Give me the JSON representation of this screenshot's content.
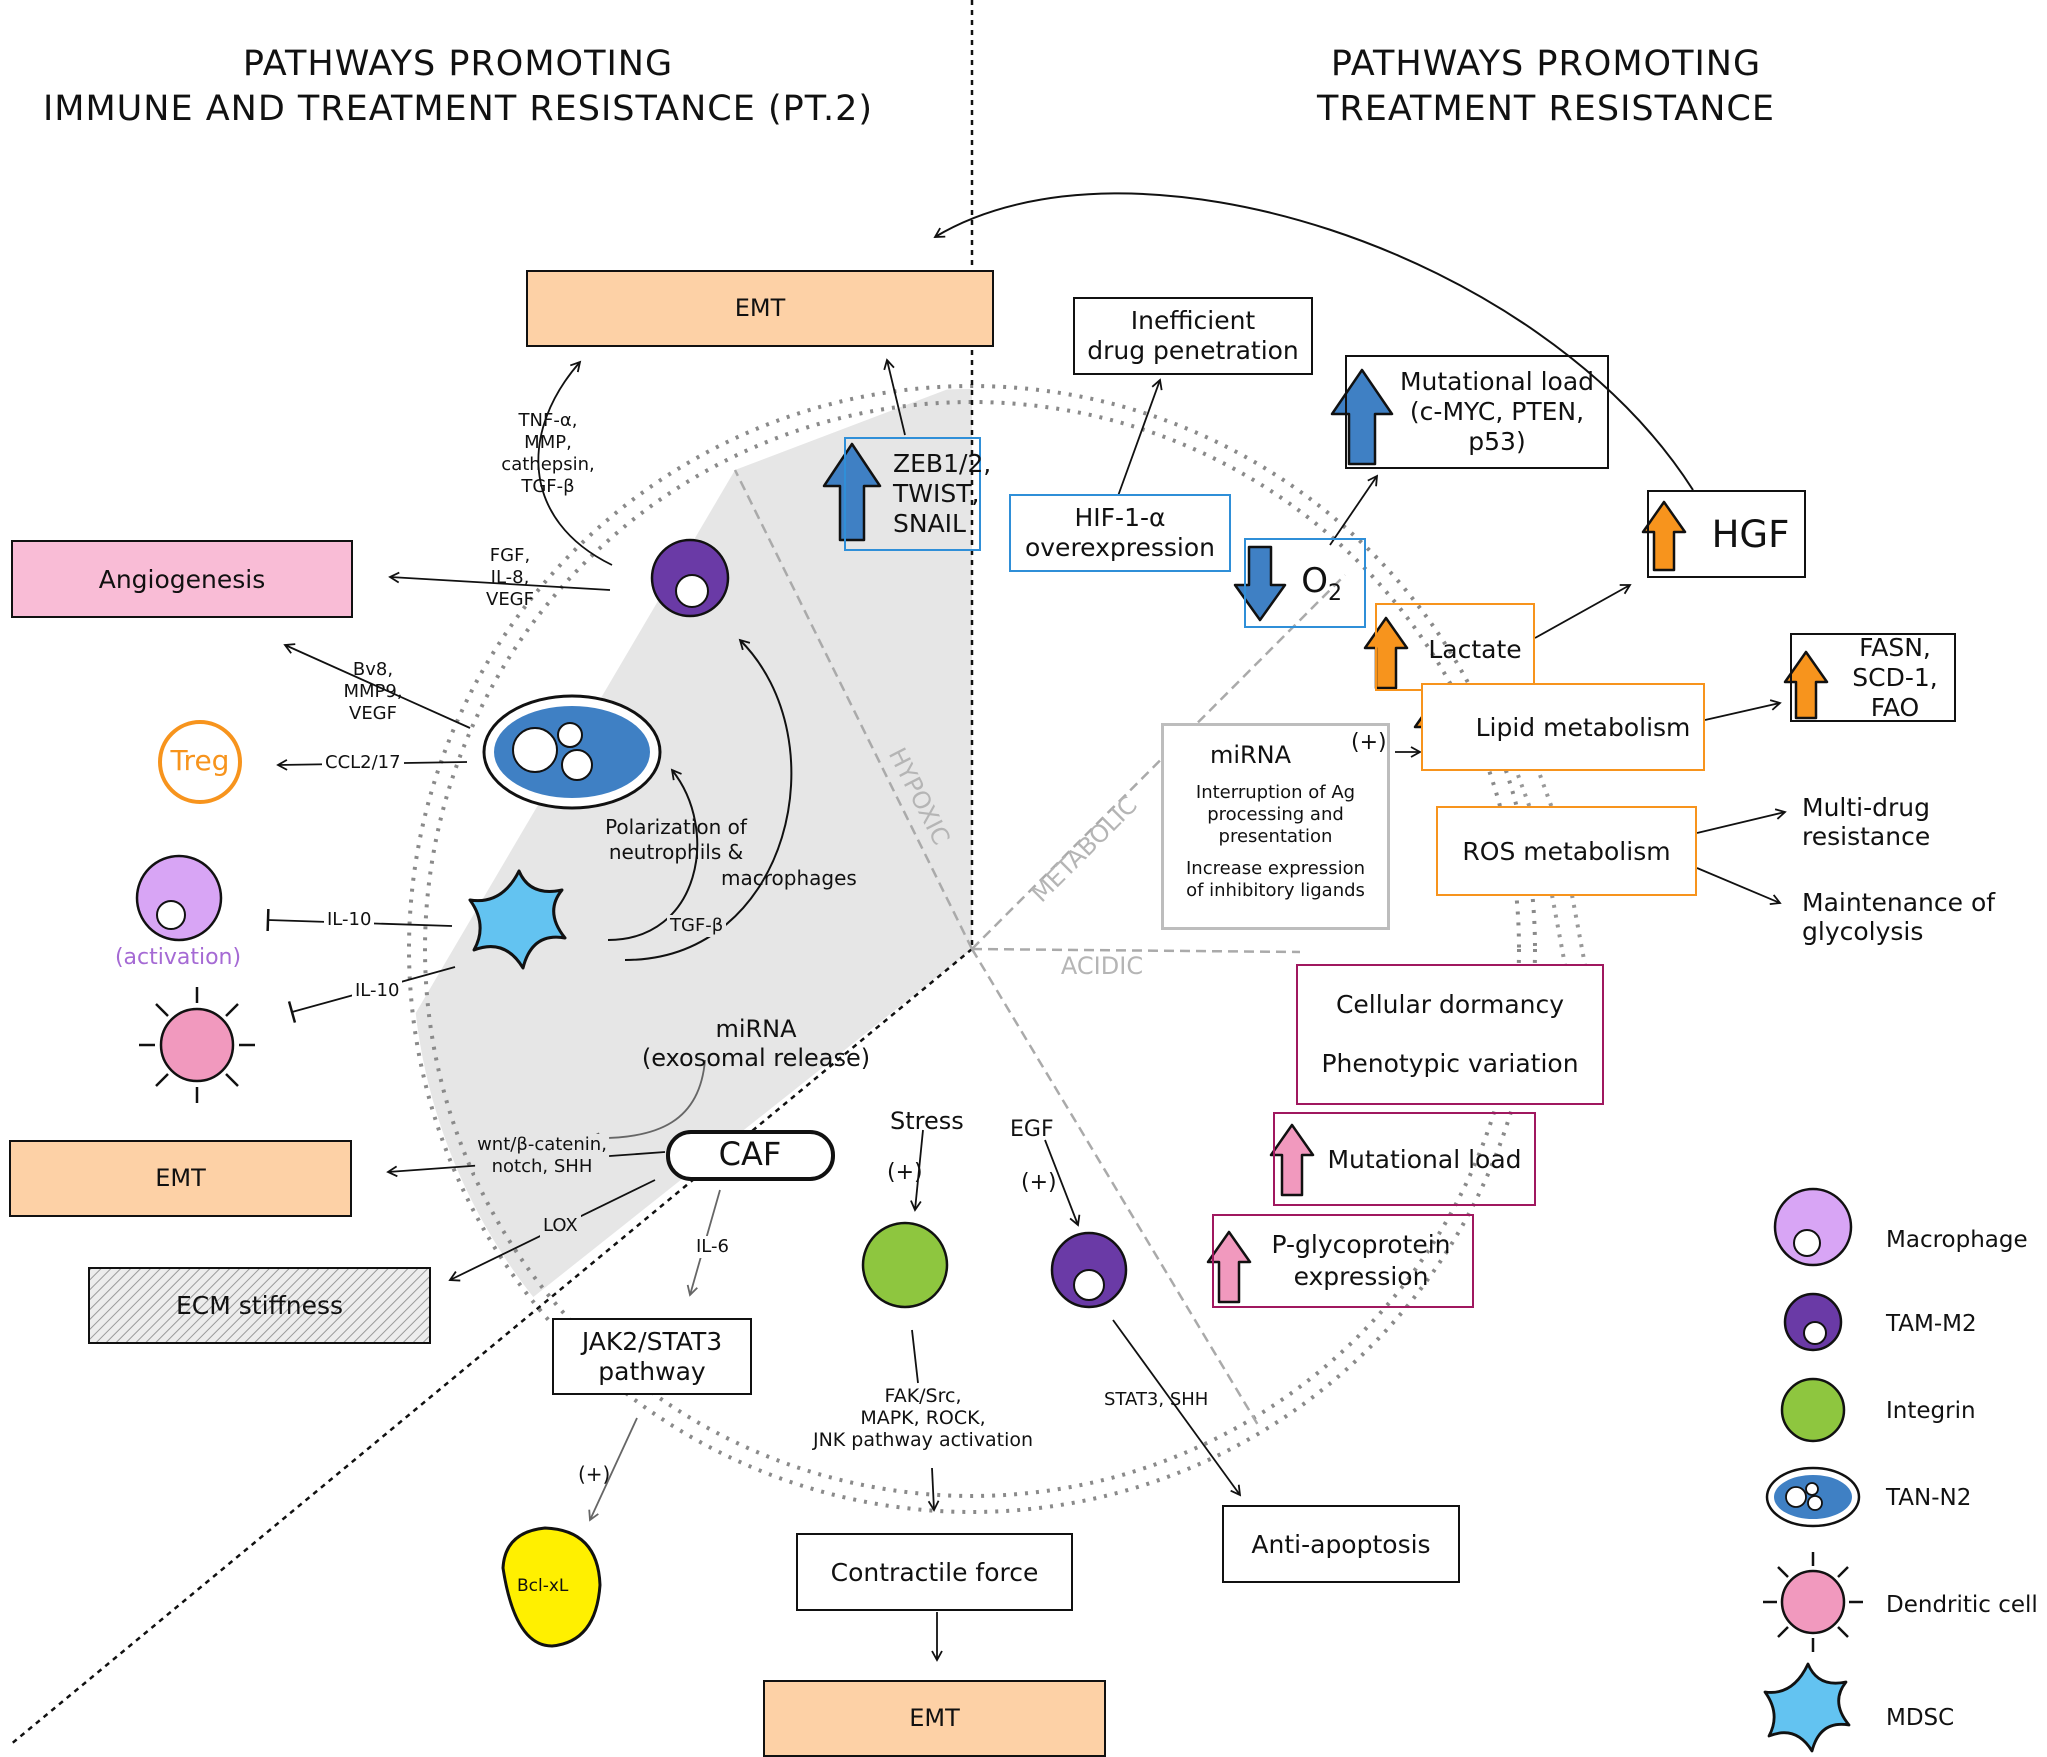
{
  "titles": {
    "left_line1": "PATHWAYS PROMOTING",
    "left_line2": "IMMUNE AND TREATMENT RESISTANCE (PT.2)",
    "right_line1": "PATHWAYS PROMOTING",
    "right_line2": "TREATMENT RESISTANCE"
  },
  "zones": {
    "hypoxic": "HYPOXIC",
    "metabolic": "METABOLIC",
    "acidic": "ACIDIC"
  },
  "boxes": {
    "emt_top": "EMT",
    "angiogenesis": "Angiogenesis",
    "emt_left": "EMT",
    "ecm": "ECM stiffness",
    "jak": {
      "l1": "JAK2/STAT3",
      "l2": "pathway"
    },
    "contractile": "Contractile force",
    "emt_bottom": "EMT",
    "anti_apoptosis": "Anti-apoptosis",
    "zeb": {
      "l1": "ZEB1/2,",
      "l2": "TWIST,",
      "l3": "SNAIL"
    },
    "inefficient": {
      "l1": "Inefficient",
      "l2": "drug penetration"
    },
    "hif": {
      "l1": "HIF-1-α",
      "l2": "overexpression"
    },
    "o2": {
      "main": "O",
      "sub": "2"
    },
    "mutational_top": {
      "l1": "Mutational load",
      "l2": "(c-MYC, PTEN,",
      "l3": "p53)"
    },
    "hgf": "HGF",
    "lactate": "Lactate",
    "lipid": "Lipid metabolism",
    "fasn": {
      "l1": "FASN, SCD-1,",
      "l2": "FAO"
    },
    "mirna_box": {
      "title": "miRNA",
      "p1l1": "Interruption of Ag",
      "p1l2": "processing and",
      "p1l3": "presentation",
      "p2l1": "Increase expression",
      "p2l2": "of inhibitory ligands"
    },
    "ros": "ROS metabolism",
    "dormancy": {
      "l1": "Cellular dormancy",
      "l2": "Phenotypic variation"
    },
    "mutational_bottom": "Mutational load",
    "pgp": {
      "l1": "P-glycoprotein",
      "l2": "expression"
    }
  },
  "labels": {
    "tnf": {
      "l1": "TNF-α,",
      "l2": "MMP,",
      "l3": "cathepsin,",
      "l4": "TGF-β"
    },
    "fgf": {
      "l1": "FGF,",
      "l2": "IL-8,",
      "l3": "VEGF"
    },
    "bv8": {
      "l1": "Bv8,",
      "l2": "MMP9,",
      "l3": "VEGF"
    },
    "ccl": "CCL2/17",
    "treg": "Treg",
    "il10_a": "IL-10",
    "il10_b": "IL-10",
    "activation": "(activation)",
    "polarization": {
      "l1": "Polarization of",
      "l2": "neutrophils &"
    },
    "macrophages": "macrophages",
    "tgfb": "TGF-β",
    "mirna_exo": {
      "l1": "miRNA",
      "l2": "(exosomal release)"
    },
    "wnt": {
      "l1": "wnt/β-catenin,",
      "l2": "notch, SHH"
    },
    "caf": "CAF",
    "lox": "LOX",
    "il6": "IL-6",
    "plus_bcl": "(+)",
    "bcl": "Bcl-xL",
    "stress": "Stress",
    "plus_stress": "(+)",
    "egf": "EGF",
    "plus_egf": "(+)",
    "fak": {
      "l1": "FAK/Src,",
      "l2": "MAPK, ROCK,",
      "l3": "JNK pathway activation"
    },
    "stat3shh": "STAT3, SHH",
    "plus_mirna": "(+)",
    "multidrug": {
      "l1": "Multi-drug",
      "l2": "resistance"
    },
    "glycolysis": {
      "l1": "Maintenance of",
      "l2": "glycolysis"
    }
  },
  "legend": [
    {
      "label": "Macrophage",
      "icon": "macrophage-icon"
    },
    {
      "label": "TAM-M2",
      "icon": "tam-m2-icon"
    },
    {
      "label": "Integrin",
      "icon": "integrin-icon"
    },
    {
      "label": "TAN-N2",
      "icon": "tan-n2-icon"
    },
    {
      "label": "Dendritic cell",
      "icon": "dendritic-cell-icon"
    },
    {
      "label": "MDSC",
      "icon": "mdsc-icon"
    }
  ],
  "colors": {
    "emt_fill": "#fdd1a6",
    "angio_fill": "#f9bcd6",
    "tam_purple": "#6a3aa6",
    "macrophage_fill": "#d8a5f5",
    "tan_blue": "#3f80c4",
    "mdsc_blue": "#63c3f1",
    "dendritic_pink": "#f199be",
    "integrin_green": "#8ec63f",
    "bcl_yellow": "#fff000",
    "treg_orange": "#f7941d",
    "blue_border": "#2f8fd8",
    "orange_border": "#f7941d",
    "magenta_border": "#a0185f",
    "gray_border": "#bdbdbd",
    "hypoxic_shade": "#e6e6e6"
  }
}
